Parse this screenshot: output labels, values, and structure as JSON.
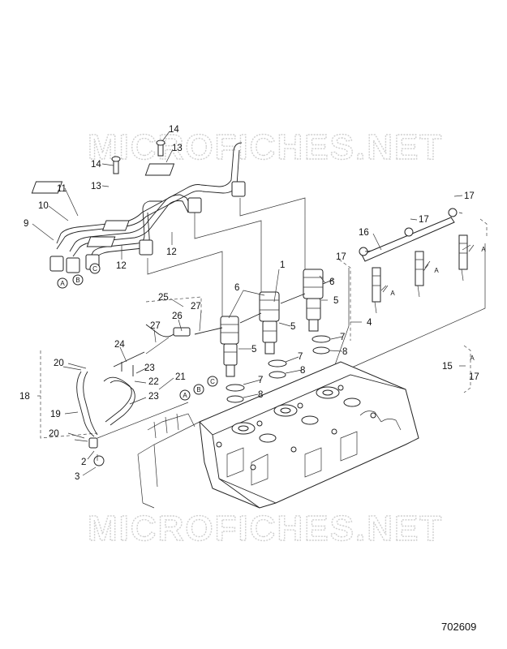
{
  "watermark": "MICROFICHES.NET",
  "drawing_number": "702609",
  "callouts": [
    {
      "id": "c14a",
      "text": "14"
    },
    {
      "id": "c13a",
      "text": "13"
    },
    {
      "id": "c14b",
      "text": "14"
    },
    {
      "id": "c13b",
      "text": "13"
    },
    {
      "id": "c11",
      "text": "11"
    },
    {
      "id": "c10",
      "text": "10"
    },
    {
      "id": "c9",
      "text": "9"
    },
    {
      "id": "c12a",
      "text": "12"
    },
    {
      "id": "c12b",
      "text": "12"
    },
    {
      "id": "c1",
      "text": "1"
    },
    {
      "id": "c6a",
      "text": "6"
    },
    {
      "id": "c6b",
      "text": "6"
    },
    {
      "id": "c5a",
      "text": "5"
    },
    {
      "id": "c5b",
      "text": "5"
    },
    {
      "id": "c5c",
      "text": "5"
    },
    {
      "id": "c7a",
      "text": "7"
    },
    {
      "id": "c7b",
      "text": "7"
    },
    {
      "id": "c7c",
      "text": "7"
    },
    {
      "id": "c8a",
      "text": "8"
    },
    {
      "id": "c8b",
      "text": "8"
    },
    {
      "id": "c8c",
      "text": "8"
    },
    {
      "id": "c4",
      "text": "4"
    },
    {
      "id": "c16",
      "text": "16"
    },
    {
      "id": "c17a",
      "text": "17"
    },
    {
      "id": "c17b",
      "text": "17"
    },
    {
      "id": "c17c",
      "text": "17"
    },
    {
      "id": "c17d",
      "text": "17"
    },
    {
      "id": "c15",
      "text": "15"
    },
    {
      "id": "c25",
      "text": "25"
    },
    {
      "id": "c26",
      "text": "26"
    },
    {
      "id": "c27a",
      "text": "27"
    },
    {
      "id": "c27b",
      "text": "27"
    },
    {
      "id": "c24",
      "text": "24"
    },
    {
      "id": "c20a",
      "text": "20"
    },
    {
      "id": "c20b",
      "text": "20"
    },
    {
      "id": "c23a",
      "text": "23"
    },
    {
      "id": "c23b",
      "text": "23"
    },
    {
      "id": "c22",
      "text": "22"
    },
    {
      "id": "c21",
      "text": "21"
    },
    {
      "id": "c18",
      "text": "18"
    },
    {
      "id": "c19",
      "text": "19"
    },
    {
      "id": "c2",
      "text": "2"
    },
    {
      "id": "c3",
      "text": "3"
    }
  ],
  "circle_markers": {
    "a1": "A",
    "b1": "B",
    "c1": "C",
    "a2": "A",
    "b2": "B",
    "c2": "C",
    "a3": "A",
    "a4": "A",
    "a5": "A",
    "a6": "A"
  }
}
